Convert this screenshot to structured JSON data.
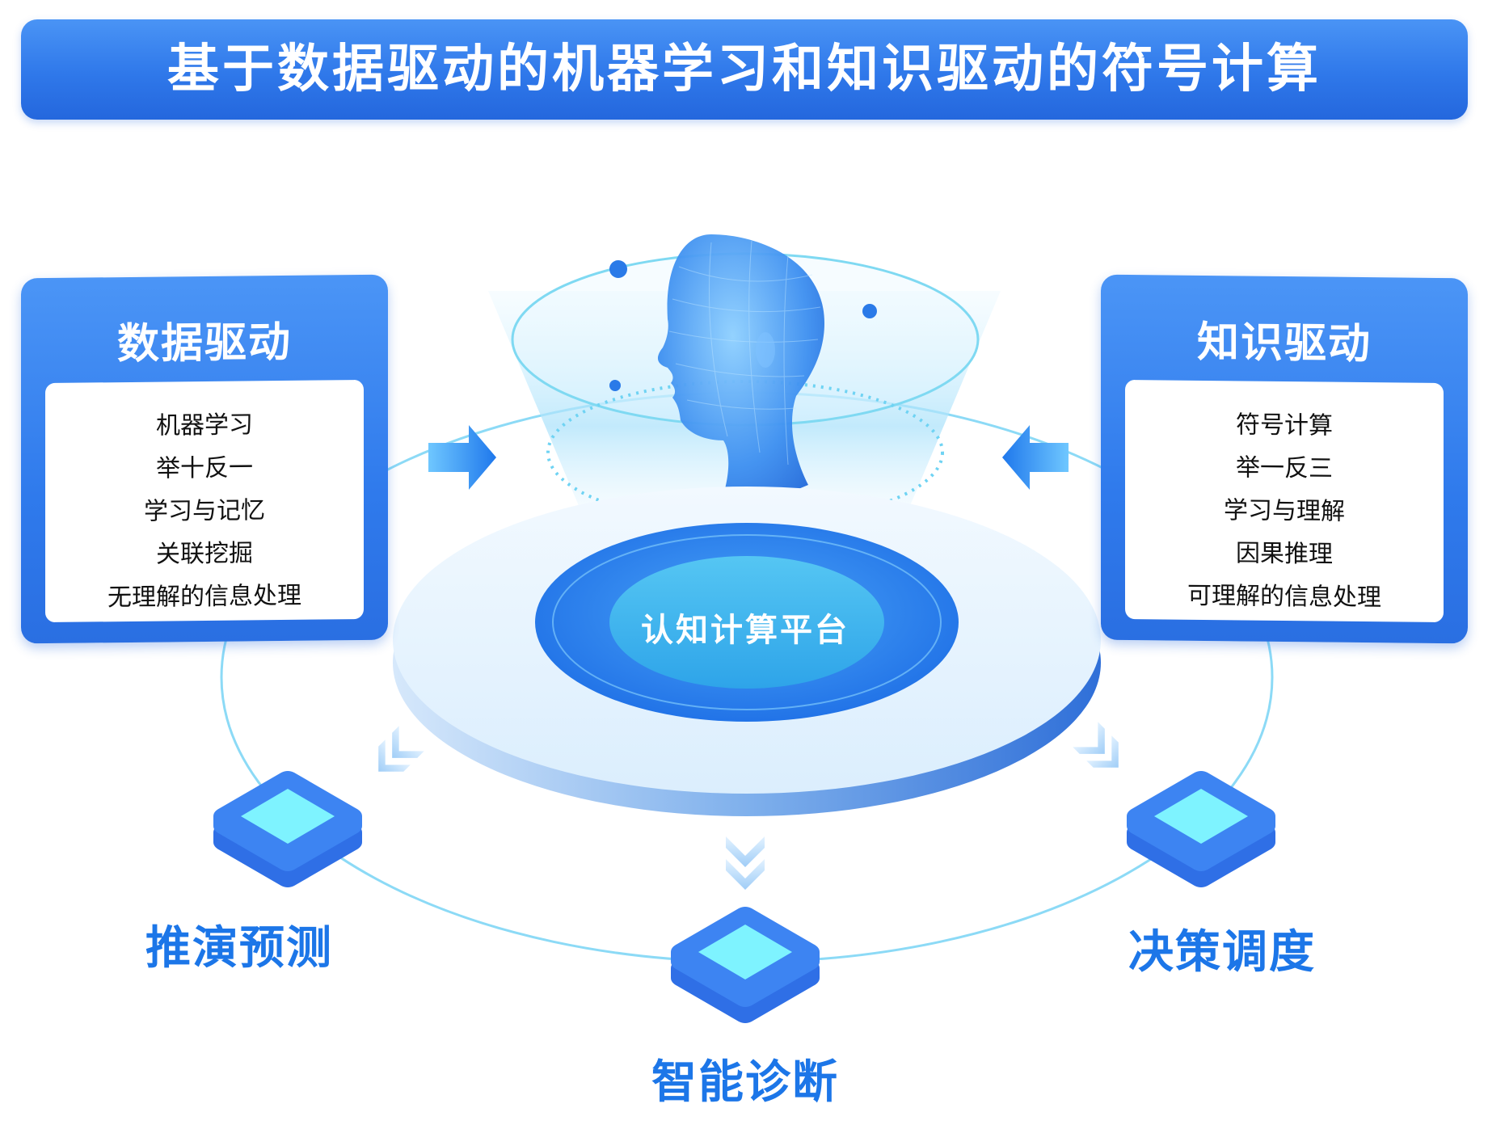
{
  "banner": {
    "title": "基于数据驱动的机器学习和知识驱动的符号计算"
  },
  "left_panel": {
    "title": "数据驱动",
    "items": [
      "机器学习",
      "举十反一",
      "学习与记忆",
      "关联挖掘",
      "无理解的信息处理"
    ]
  },
  "right_panel": {
    "title": "知识驱动",
    "items": [
      "符号计算",
      "举一反三",
      "学习与理解",
      "因果推理",
      "可理解的信息处理"
    ]
  },
  "hub": {
    "title": "认知计算平台"
  },
  "outputs": {
    "left": "推演预测",
    "bottom": "智能诊断",
    "right": "决策调度"
  },
  "colors": {
    "primary": "#2f78ea",
    "accent_text": "#1c76e8",
    "cyan": "#7ef3ff",
    "hub_oval": "#3db5ee"
  },
  "icons": [
    "head-icon",
    "right-arrow-icon",
    "left-arrow-icon",
    "chevron-down-icon",
    "chip-icon"
  ]
}
